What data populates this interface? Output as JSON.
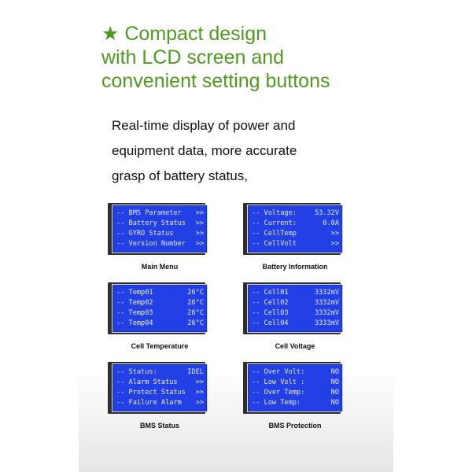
{
  "headline": {
    "star": "★",
    "lines": [
      "Compact design",
      "with LCD screen and",
      "convenient setting buttons"
    ]
  },
  "description": {
    "lines": [
      "Real-time display of power and",
      "equipment data, more accurate",
      "grasp of battery status,"
    ]
  },
  "colors": {
    "headline": "#4f9a1f",
    "lcd_background": "#2340e6",
    "lcd_text": "#e6ebff"
  },
  "screens": [
    {
      "caption": "Main Menu",
      "rows": [
        {
          "label": "-- BMS Parameter",
          "value": ">>"
        },
        {
          "label": "-- Battery Status",
          "value": ">>"
        },
        {
          "label": "-- GYRO Status",
          "value": ">>"
        },
        {
          "label": "-- Version Number",
          "value": ">>"
        }
      ]
    },
    {
      "caption": "Battery Information",
      "rows": [
        {
          "label": "-- Voltage:",
          "value": "53.32V"
        },
        {
          "label": "-- Current:",
          "value": "0.0A"
        },
        {
          "label": "-- CellTemp",
          "value": ">>"
        },
        {
          "label": "-- CellVolt",
          "value": ">>"
        }
      ]
    },
    {
      "caption": "Cell Temperature",
      "rows": [
        {
          "label": "-- Temp01",
          "value": "26°C"
        },
        {
          "label": "-- Temp02",
          "value": "26°C"
        },
        {
          "label": "-- Temp03",
          "value": "26°C"
        },
        {
          "label": "-- Temp04",
          "value": "26°C"
        }
      ]
    },
    {
      "caption": "Cell Voltage",
      "rows": [
        {
          "label": "-- Cell01",
          "value": "3332mV"
        },
        {
          "label": "-- Cell02",
          "value": "3332mV"
        },
        {
          "label": "-- Cell03",
          "value": "3332mV"
        },
        {
          "label": "-- Cell04",
          "value": "3333mV"
        }
      ]
    },
    {
      "caption": "BMS Status",
      "rows": [
        {
          "label": "-- Status:",
          "value": "IDEL"
        },
        {
          "label": "-- Alarm Status",
          "value": ">>"
        },
        {
          "label": "-- Protect Status",
          "value": ">>"
        },
        {
          "label": "-- Failure Alarm",
          "value": ">>"
        }
      ]
    },
    {
      "caption": "BMS Protection",
      "rows": [
        {
          "label": "-- Over Volt:",
          "value": "NO"
        },
        {
          "label": "-- Low Volt :",
          "value": "NO"
        },
        {
          "label": "-- Over Temp:",
          "value": "NO"
        },
        {
          "label": "-- Low Temp:",
          "value": "NO"
        }
      ]
    }
  ]
}
